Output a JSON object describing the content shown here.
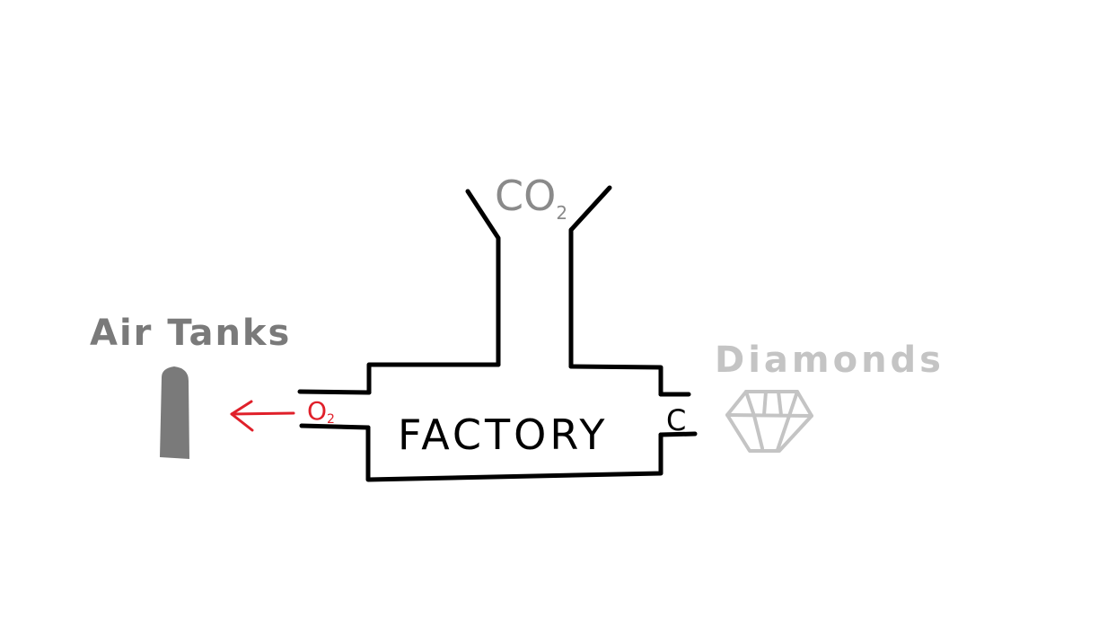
{
  "labels": {
    "air_tanks": "Air Tanks",
    "factory": "FACTORY",
    "co2_main": "CO",
    "co2_sub": "2",
    "o2_main": "O",
    "o2_sub": "2",
    "carbon": "C",
    "diamonds": "Diamonds"
  },
  "colors": {
    "structure": "#000000",
    "co2": "#8a8a8a",
    "air_tanks": "#7a7a7a",
    "oxygen": "#e0202a",
    "diamonds": "#c4c4c4"
  },
  "icons": {
    "tank": "air-tank-icon",
    "diamond": "diamond-icon",
    "arrow": "arrow-left-icon"
  }
}
